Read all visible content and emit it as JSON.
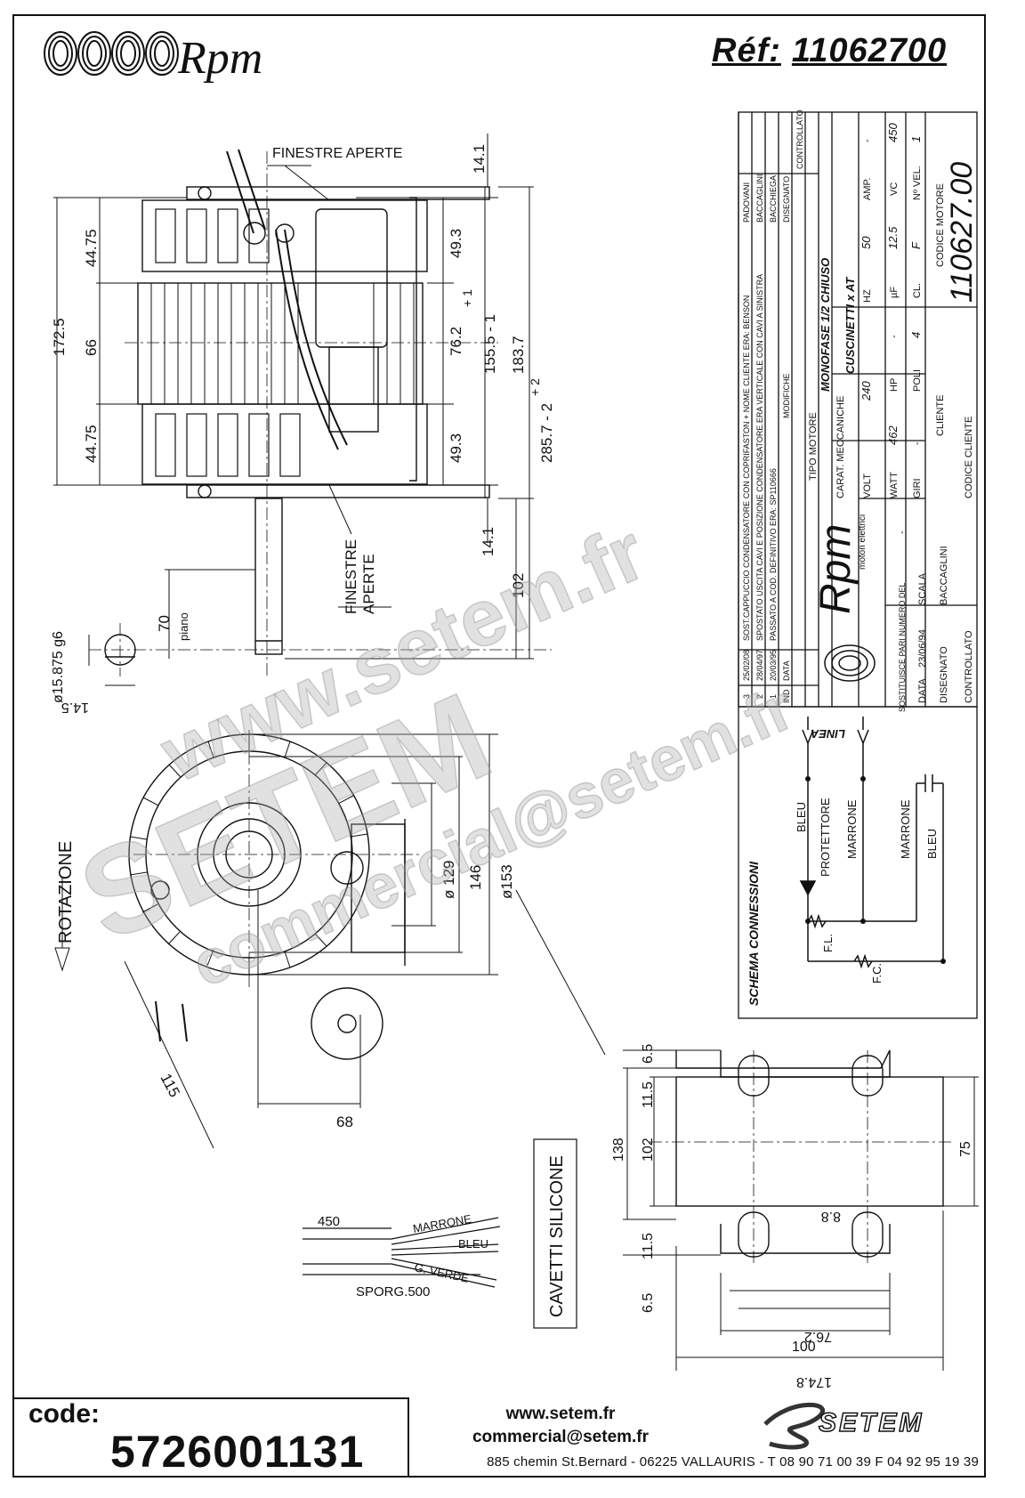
{
  "header": {
    "brand": "Rpm",
    "ref_label": "Réf:",
    "ref_number": "11062700"
  },
  "labels": {
    "finestre_aperte_top": "FINESTRE APERTE",
    "finestre_aperte_bottom_1": "FINESTRE",
    "finestre_aperte_bottom_2": "APERTE",
    "piano": "piano",
    "rotazione": "ROTAZIONE",
    "cavetti_silicone": "CAVETTI SILICONE",
    "marrone": "MARRONE",
    "bleu": "BLEU",
    "g_verde": "G. VERDE",
    "sporg": "SPORG.500",
    "len_450": "450"
  },
  "dimensions": {
    "d_44_75_top": "44.75",
    "d_66": "66",
    "d_44_75_bottom": "44.75",
    "d_172_5": "172.5",
    "d_14_1_top": "14.1",
    "d_49_3_top": "49.3",
    "d_76_2": "76.2",
    "d_49_3_bottom": "49.3",
    "d_155_5": "155.5 - 1",
    "d_155_tol": "+ 1",
    "d_183_7": "183.7",
    "d_285_7": "285.7 - 2",
    "d_285_tol": "+ 2",
    "d_14_1_bottom": "14.1",
    "d_102_shaft": "102",
    "d_70": "70",
    "d_15_875": "ø15.875 g6",
    "d_14_5": "14.5",
    "d_129": "ø 129",
    "d_146": "146",
    "d_153": "ø153",
    "d_115": "115",
    "d_68": "68",
    "d_6_5_top": "6.5",
    "d_11_5_top": "11.5",
    "d_138": "138",
    "d_102_foot": "102",
    "d_11_5_bottom": "11.5",
    "d_6_5_bottom": "6.5",
    "d_8_8": "8.8",
    "d_75": "75",
    "d_76_2_foot": "76.2",
    "d_100": "100",
    "d_174_8": "174.8"
  },
  "title_block": {
    "revisions": [
      {
        "n": "3",
        "date": "25/02/08",
        "text": "SOST.CAPPUCCIO CONDENSATORE CON COPRIFASTON + NOME CLIENTE ERA: BENSON",
        "by": "PADOVANI"
      },
      {
        "n": "2",
        "date": "28/04/97",
        "text": "SPOSTATO USCITA CAVI E POSIZIONE CONDENSATORE.ERA VERTICALE CON CAVI A SINISTRA",
        "by": "BACCAGLINI"
      },
      {
        "n": "1",
        "date": "20/03/95",
        "text": "PASSATO A COD. DEFINITIVO ERA: SP110666",
        "by": "BACCHIEGA"
      }
    ],
    "header_ind": "IND",
    "header_data": "DATA",
    "header_modifiche": "MODIFICHE",
    "header_disegnato": "DISEGNATO",
    "header_controllato": "CONTROLLATO",
    "tipo_motore_label": "TIPO MOTORE",
    "tipo_motore_value": "MONOFASE 1/2 CHIUSO",
    "carat_label": "CARAT. MECCANICHE",
    "carat_value": "CUSCINETTI x AT",
    "volt_label": "VOLT",
    "volt_value": "240",
    "hz_label": "HZ",
    "hz_value": "50",
    "amp_label": "AMP.",
    "amp_value": "-",
    "watt_label": "WATT",
    "watt_value": "462",
    "hp_label": "HP",
    "hp_value": "-",
    "uf_label": "µF",
    "uf_value": "12.5",
    "vc_label": "VC",
    "vc_value": "450",
    "giri_label": "GIRI",
    "giri_value": "-",
    "poli_label": "POLI",
    "poli_value": "4",
    "cl_label": "CL.",
    "cl_value": "F",
    "nvel_label": "Nº VEL.",
    "nvel_value": "1",
    "cliente_label": "CLIENTE",
    "codice_motore_label": "CODICE MOTORE",
    "codice_motore_value": "110627.00",
    "codice_cliente_label": "CODICE CLIENTE",
    "sostituisce_label": "SOSTITUISCE PARI NUMERO DEL",
    "sostituisce_value": "-",
    "data_label": "DATA",
    "data_value": "23/06/94",
    "scala_label": "SCALA",
    "disegnato_label": "DISEGNATO",
    "disegnato_value": "BACCAGLINI",
    "controllato_label": "CONTROLLATO",
    "rpm_brand": "Rpm",
    "rpm_sub": "motori elettrici"
  },
  "schema": {
    "title": "SCHEMA CONNESSIONI",
    "linea": "LINEA",
    "bleu": "BLEU",
    "protettore": "PROTETTORE",
    "marrone_1": "MARRONE",
    "marrone_2": "MARRONE",
    "bleu_2": "BLEU",
    "fl": "F.L.",
    "fc": "F.C."
  },
  "footer": {
    "code_label": "code:",
    "code_value": "5726001131",
    "website": "www.setem.fr",
    "email": "commercial@setem.fr",
    "address": "885 chemin St.Bernard  -  06225 VALLAURIS  -  T 08 90 71 00 39   F 04 92 95 19 39",
    "setem_brand": "SETEM"
  },
  "watermark": {
    "line1": "www.setem.fr",
    "line2": "SETEM",
    "line3": "commercial@setem.fr"
  }
}
